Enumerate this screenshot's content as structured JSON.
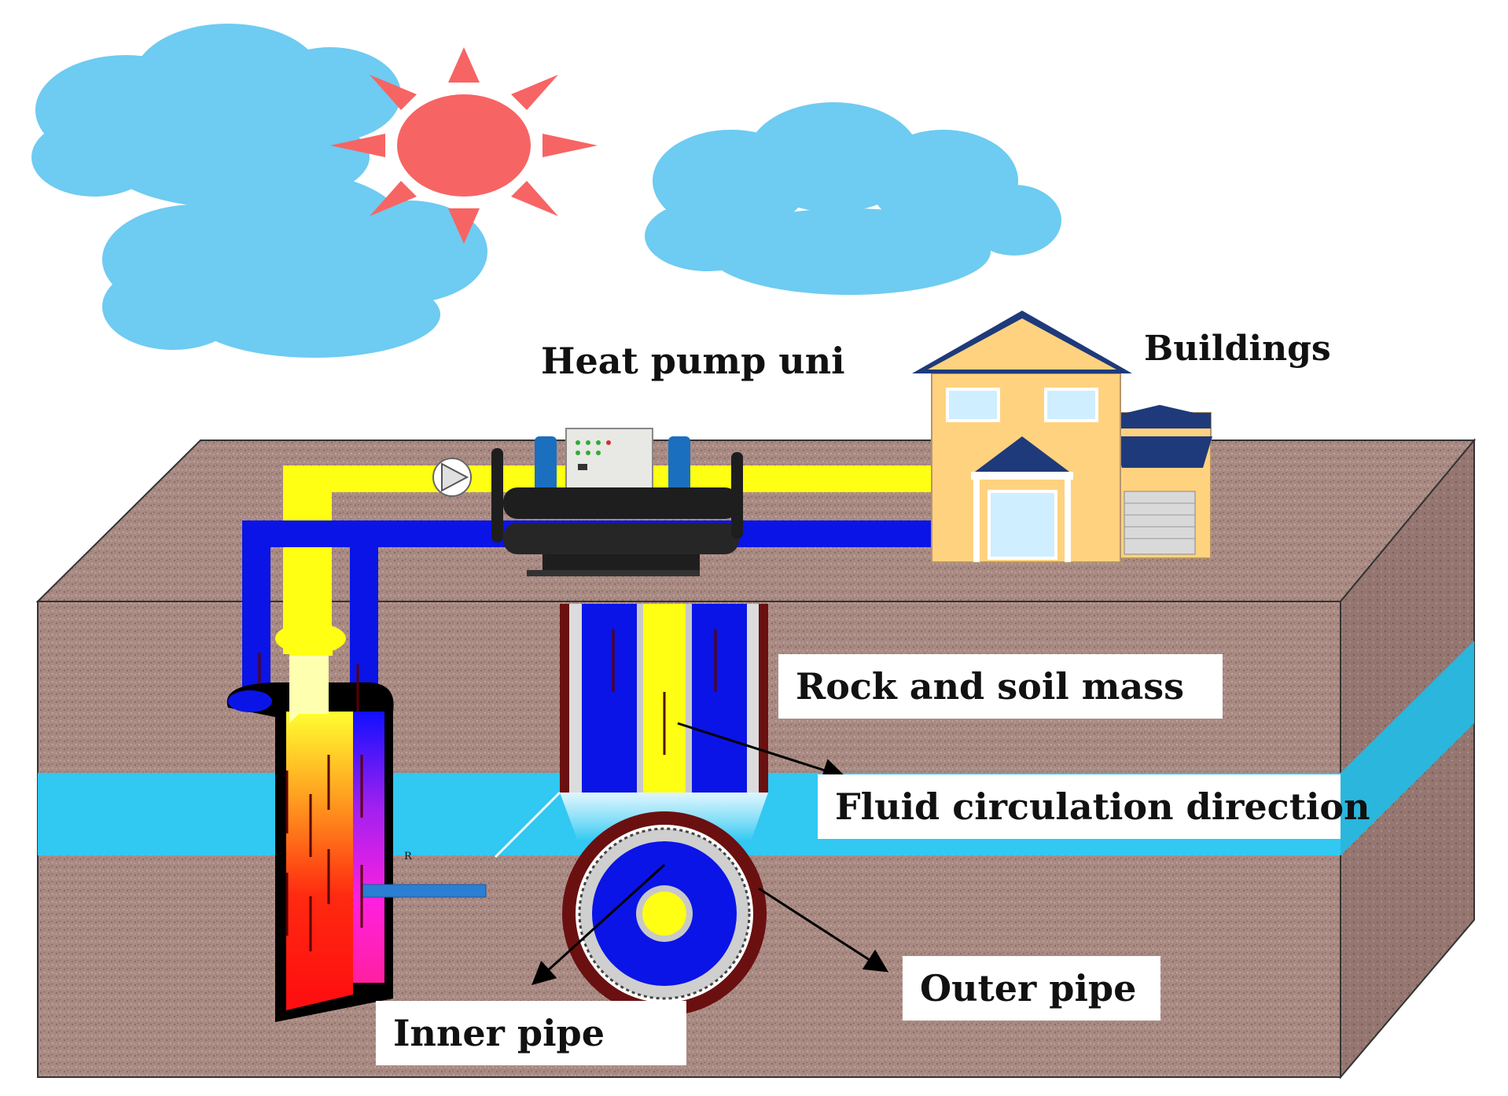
{
  "labels": {
    "heat_pump": "Heat pump uni",
    "buildings": "Buildings",
    "rock_soil": "Rock and soil mass",
    "fluid_direction": "Fluid circulation direction",
    "outer_pipe": "Outer pipe",
    "inner_pipe": "Inner pipe",
    "small_mark": "R"
  },
  "colors": {
    "sky_cloud": "#6ecbf1",
    "sun": "#f76464",
    "soil": "#a98a83",
    "aquifer": "#31c8f2",
    "hot_pipe": "#ffff14",
    "cold_pipe": "#0a14e6",
    "building_wall": "#ffd27f",
    "roof": "#1e3a7a",
    "borehole_ring": "#6b1010"
  },
  "icons": [
    "cloud-icon",
    "sun-icon",
    "heat-pump-unit-icon",
    "house-icon",
    "circulation-pump-icon",
    "flow-arrow-icon"
  ]
}
